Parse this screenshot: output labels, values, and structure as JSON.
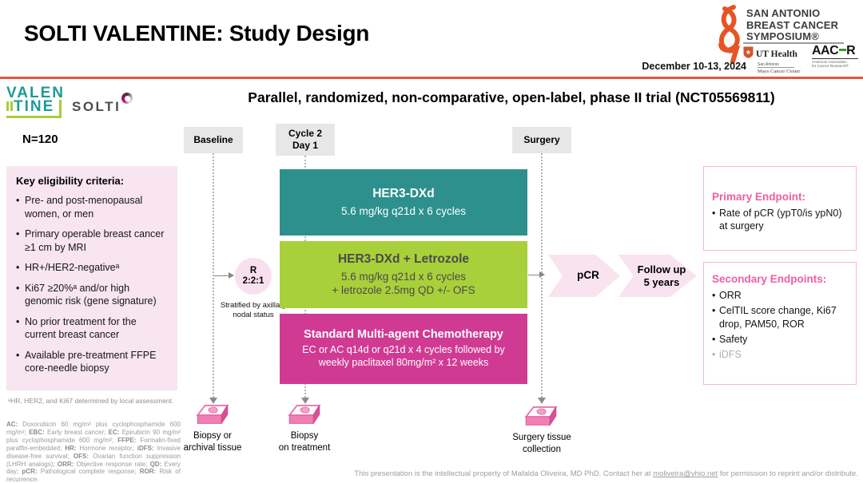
{
  "header": {
    "title": "SOLTI VALENTINE: Study Design",
    "date": "December 10-13, 2024",
    "accent_color": "#e3573c",
    "sabcs": {
      "line1": "SAN ANTONIO",
      "line2": "BREAST CANCER",
      "line3": "SYMPOSIUM®",
      "ut_name": "UT Health",
      "ut_sub": "San Antonio",
      "ut_center": "Mays Cancer Center",
      "aacr_left": "AAC",
      "aacr_right": "R",
      "aacr_sub_1": "American Association",
      "aacr_sub_2": "for Cancer Research®"
    }
  },
  "logos": {
    "valentine_line1": "VALEN",
    "valentine_line2": "TINE",
    "solti": "SOLTI"
  },
  "study": {
    "n_label": "N=120",
    "subtitle": "Parallel, randomized, non-comparative, open-label, phase II trial (NCT05569811)"
  },
  "eligibility": {
    "heading": "Key eligibility criteria:",
    "items": [
      "Pre- and post-menopausal women, or men",
      "Primary operable breast cancer ≥1 cm by MRI",
      "HR+/HER2-negativeᵃ",
      "Ki67 ≥20%ᵃ and/or high genomic risk (gene signature)",
      "No prior treatment for the current breast cancer",
      "Available pre-treatment FFPE core-needle biopsy"
    ],
    "footnote": "ᵃHR, HER2, and Ki67 determined by local assessment."
  },
  "abbreviations": [
    {
      "term": "AC:",
      "def": "Doxorubicin 60 mg/m² plus cyclophosphamide 600 mg/m²;"
    },
    {
      "term": "EBC:",
      "def": "Early breast cancer;"
    },
    {
      "term": "EC:",
      "def": "Epirubicin 90 mg/m² plus cyclophosphamide 600 mg/m²;"
    },
    {
      "term": "FFPE:",
      "def": "Formalin-fixed paraffin-embedded;"
    },
    {
      "term": "HR:",
      "def": "Hormone receptor;"
    },
    {
      "term": "iDFS:",
      "def": "Invasive disease-free survival;"
    },
    {
      "term": "OFS:",
      "def": "Ovarian function suppression (LHRH analogs);"
    },
    {
      "term": "ORR:",
      "def": "Objective response rate;"
    },
    {
      "term": "QD:",
      "def": "Every day;"
    },
    {
      "term": "pCR:",
      "def": "Pathological complete response;"
    },
    {
      "term": "ROR:",
      "def": "Risk of recurrence."
    }
  ],
  "timeline": {
    "baseline": "Baseline",
    "cycle2_line1": "Cycle 2",
    "cycle2_line2": "Day 1",
    "surgery": "Surgery"
  },
  "randomization": {
    "r": "R",
    "ratio": "2:2:1",
    "stratified": "Stratified by axillary nodal status"
  },
  "arms": [
    {
      "title": "HER3-DXd",
      "lines": [
        "5.6 mg/kg q21d x 6 cycles"
      ],
      "color": "#2d908c"
    },
    {
      "title": "HER3-DXd + Letrozole",
      "lines": [
        "5.6 mg/kg q21d x 6 cycles",
        "+ letrozole 2.5mg QD +/- OFS"
      ],
      "color": "#a8d03a"
    },
    {
      "title": "Standard Multi-agent Chemotherapy",
      "lines": [
        "EC or AC q14d or q21d x 4 cycles followed by",
        "weekly paclitaxel 80mg/m² x 12 weeks"
      ],
      "color": "#d13a92"
    }
  ],
  "flow": {
    "pcr": "pCR",
    "followup_line1": "Follow up",
    "followup_line2": "5 years"
  },
  "endpoints": {
    "primary_heading": "Primary Endpoint:",
    "primary_items": [
      "Rate of pCR (ypT0/is ypN0) at surgery"
    ],
    "secondary_heading": "Secondary Endpoints:",
    "secondary_items": [
      "ORR",
      "CelTIL score change, Ki67 drop, PAM50, ROR",
      "Safety"
    ],
    "secondary_muted_item": "iDFS",
    "heading_color": "#ef5fa4"
  },
  "biopsies": [
    {
      "l1": "Biopsy or",
      "l2": "archival tissue"
    },
    {
      "l1": "Biopsy",
      "l2": "on treatment"
    },
    {
      "l1": "Surgery tissue",
      "l2": "collection"
    }
  ],
  "footer": {
    "pre": "This presentation is the intellectual property of Mafalda Oliveira, MD PhD. Contact her at ",
    "email": "moliveira@vhio.net",
    "post": " for permission to reprint and/or distribute."
  },
  "colors": {
    "arm_teal": "#2d908c",
    "arm_green": "#a8d03a",
    "arm_magenta": "#d13a92",
    "light_pink": "#f8e5ef",
    "valentine_teal": "#1e9b94",
    "valentine_green": "#a6ce39",
    "ribbon_orange": "#e65425"
  }
}
